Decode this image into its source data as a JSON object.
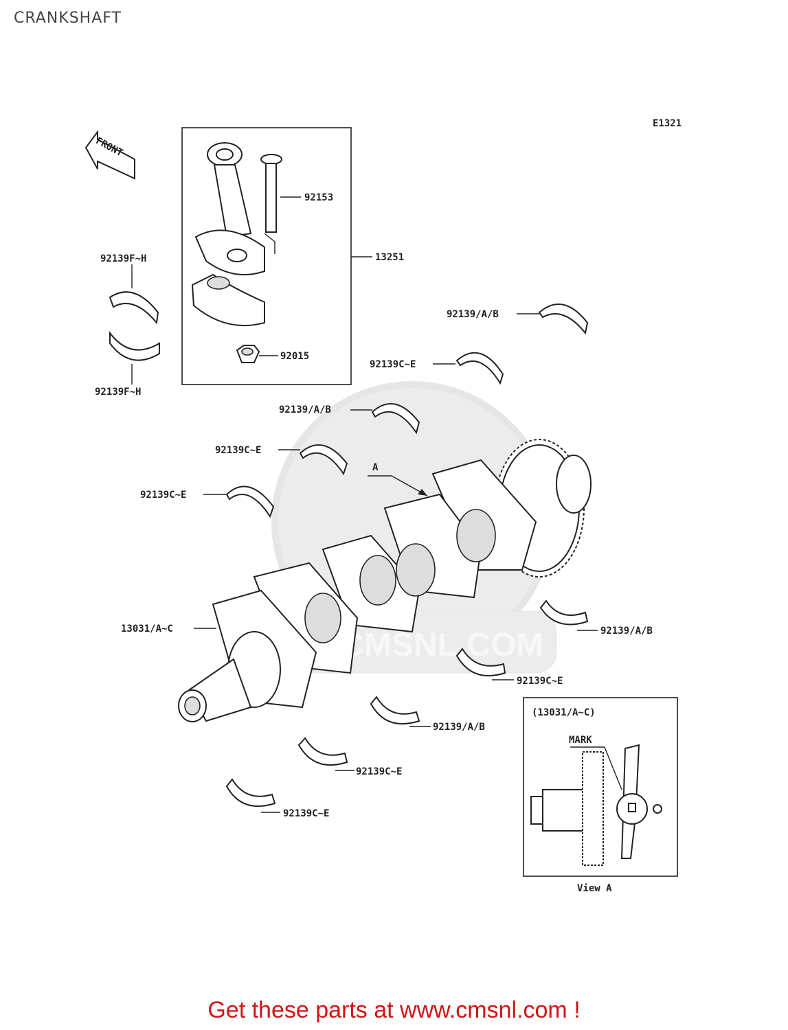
{
  "page": {
    "title": "CRANKSHAFT",
    "cta": "Get these parts at www.cmsnl.com !"
  },
  "diagram": {
    "code": "E1321",
    "front_label": "FRONT",
    "watermark": "WWW.CMSNL.COM",
    "labels": {
      "bolt": "92153",
      "rod_assy": "13251",
      "nut": "92015",
      "rod_bearing_upper": "92139F~H",
      "rod_bearing_lower": "92139F~H",
      "main_upper_1": "92139/A/B",
      "main_upper_2": "92139C~E",
      "main_upper_3": "92139/A/B",
      "main_upper_4": "92139C~E",
      "main_upper_5": "92139C~E",
      "view_arrow": "A",
      "crankshaft": "13031/A~C",
      "main_lower_1": "92139/A/B",
      "main_lower_2": "92139C~E",
      "main_lower_3": "92139/A/B",
      "main_lower_4": "92139C~E",
      "main_lower_5": "92139C~E"
    },
    "view_a": {
      "part_ref": "(13031/A~C)",
      "mark_label": "MARK",
      "caption": "View A"
    }
  }
}
